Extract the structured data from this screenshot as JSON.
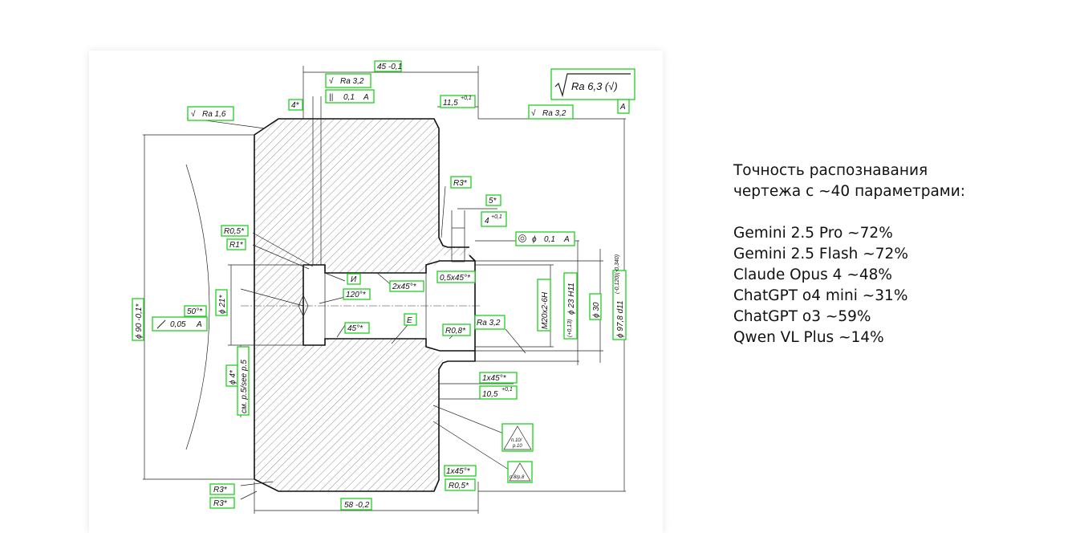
{
  "drawing": {
    "labels": {
      "d45": "45 -0,1",
      "ra32_top": "Ra 3,2",
      "par01": "0,1",
      "datum_a_top": "A",
      "d4": "4*",
      "d115": "11,5",
      "d115_tol": "+0,1",
      "ra63": "Ra 6,3 (√)",
      "datum_a": "A",
      "ra32_right": "Ra 3,2",
      "ra16": "Ra 1,6",
      "r3a": "R3*",
      "d5": "5*",
      "d4b": "4",
      "d4b_tol": "+0,1",
      "conc_phi": "ϕ",
      "conc_val": "0,1",
      "conc_datum": "A",
      "r05a": "R0,5*",
      "r1": "R1*",
      "i_mark": "И",
      "d120": "120°*",
      "ch2x45": "2x45°*",
      "ch05x45": "0,5x45°*",
      "d50": "50°*",
      "runout_val": "0,05",
      "runout_datum": "A",
      "d45deg": "45°*",
      "e_mark": "E",
      "r08": "R0,8*",
      "ra32_mid": "Ra 3,2",
      "phi90": "ϕ 90 -0,1*",
      "phi21": "ϕ 21*",
      "phi4": "ϕ 4*",
      "note_p5": "см. p.5/see p.5",
      "m20": "M20x2-6H",
      "phi23": "ϕ 23 H11",
      "phi23_tol": "(+0,13)",
      "phi30": "ϕ 30",
      "phi978": "ϕ 97,8 d11",
      "phi978_tol": "(-0,120)(-0,340)",
      "ch1x45a": "1x45°*",
      "d105": "10,5",
      "d105_tol": "+0,1",
      "note1": "п.10/",
      "note1b": "p.10",
      "note2": "п.8/p.8",
      "ch1x45b": "1x45°*",
      "r05b": "R0,5*",
      "r3b": "R3*",
      "r3c": "R3*",
      "d58": "58 -0,2"
    }
  },
  "results": {
    "heading_line1": "Точность распознавания",
    "heading_line2": "чертежа с ~40 параметрами:",
    "rows": [
      "Gemini 2.5 Pro ~72%",
      "Gemini 2.5 Flash ~72%",
      "Claude Opus 4 ~48%",
      "ChatGPT o4 mini ~31%",
      "ChatGPT o3 ~59%",
      "Qwen VL Plus ~14%"
    ]
  },
  "colors": {
    "highlight": "#1dd31d",
    "ink": "#111111",
    "background": "#ffffff"
  }
}
